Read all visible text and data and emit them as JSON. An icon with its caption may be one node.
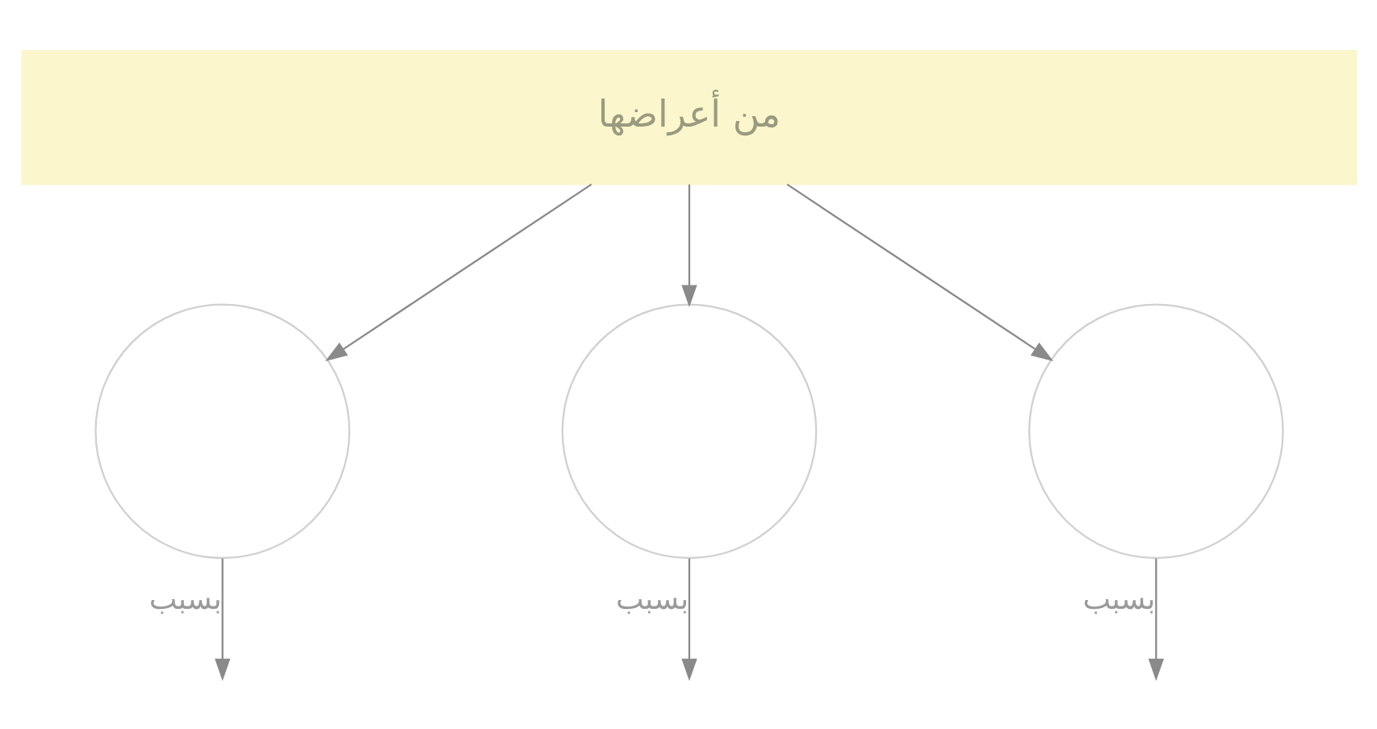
{
  "diagram": {
    "nodes": [
      {
        "text": [
          "من أعراضها"
        ]
      },
      {
        "text": [],
        "shape": "circle"
      },
      {
        "text": [],
        "shape": "circle"
      },
      {
        "text": [],
        "shape": "circle"
      }
    ],
    "edges": [
      {
        "from": 0,
        "to": 1,
        "arrow": "to"
      },
      {
        "from": 0,
        "to": 2,
        "arrow": "to"
      },
      {
        "from": 0,
        "to": 3,
        "arrow": "to"
      },
      {
        "from": 1,
        "to": null,
        "label": "بسبب",
        "arrow": "to"
      },
      {
        "from": 2,
        "to": null,
        "label": "بسبب",
        "arrow": "to"
      },
      {
        "from": 3,
        "to": null,
        "label": "بسبب",
        "arrow": "to"
      }
    ]
  }
}
